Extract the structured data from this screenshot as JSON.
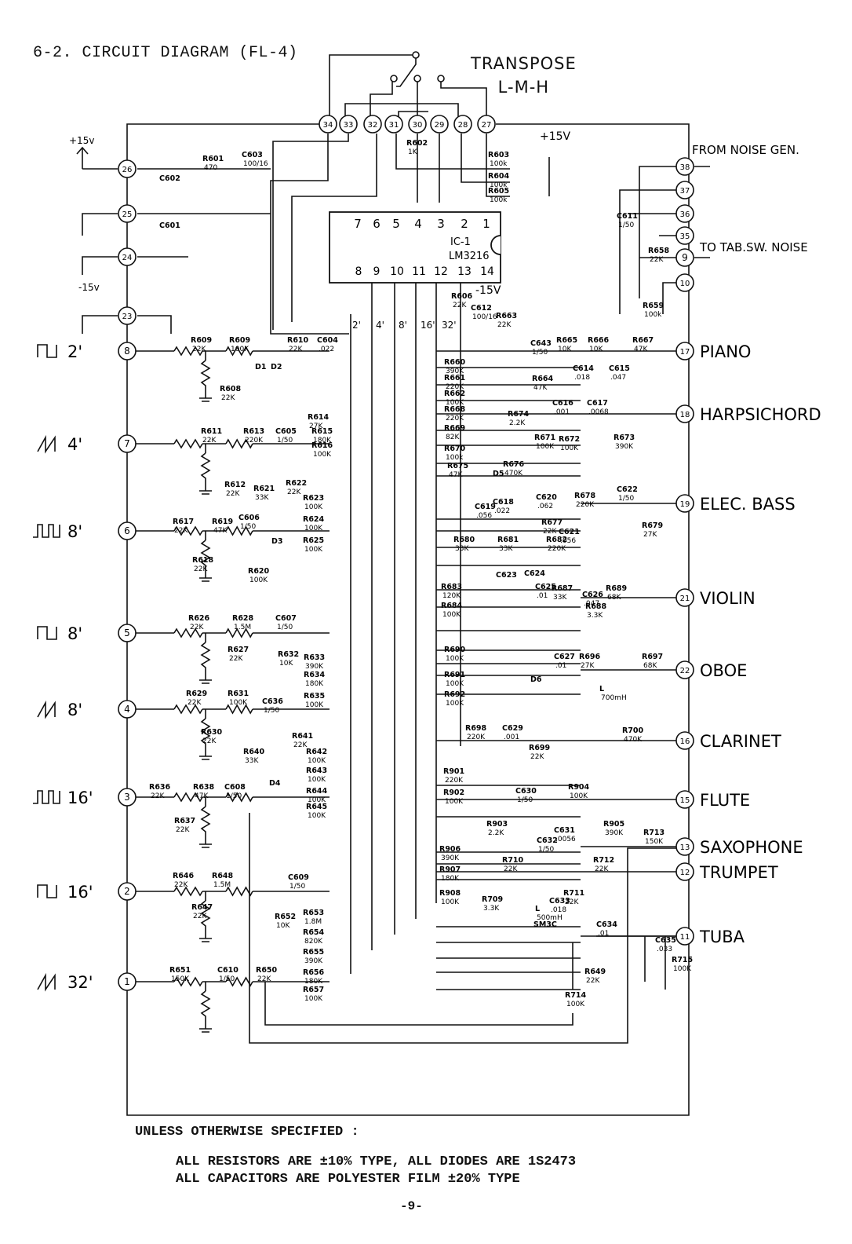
{
  "title": "6-2. CIRCUIT DIAGRAM (FL-4)",
  "transpose": {
    "label": "TRANSPOSE",
    "positions": "L-M-H"
  },
  "ic": {
    "name": "IC-1",
    "part": "LM3216",
    "top_pins": [
      "7",
      "6",
      "5",
      "4",
      "3",
      "2",
      "1"
    ],
    "bottom_pins": [
      "8",
      "9",
      "10",
      "11",
      "12",
      "13",
      "14"
    ]
  },
  "supply": {
    "pos": "+15V",
    "neg": "-15V",
    "pos_left": "+15v",
    "neg_left": "-15v"
  },
  "top_pins": [
    "34",
    "33",
    "32",
    "31",
    "30",
    "29",
    "28",
    "27"
  ],
  "right_pins_top": [
    {
      "num": "38",
      "label": "FROM NOISE GEN."
    },
    {
      "num": "37",
      "label": ""
    },
    {
      "num": "36",
      "label": ""
    },
    {
      "num": "35",
      "label": "TO TAB.SW. NOISE"
    },
    {
      "num": "9",
      "label": ""
    },
    {
      "num": "10",
      "label": ""
    }
  ],
  "left_power_pins": [
    "26",
    "25",
    "24",
    "23"
  ],
  "inputs": [
    {
      "pin": "8",
      "wave": "square",
      "label": "2'"
    },
    {
      "pin": "7",
      "wave": "saw",
      "label": "4'"
    },
    {
      "pin": "6",
      "wave": "pulse",
      "label": "8'"
    },
    {
      "pin": "5",
      "wave": "square",
      "label": "8'"
    },
    {
      "pin": "4",
      "wave": "saw",
      "label": "8'"
    },
    {
      "pin": "3",
      "wave": "pulse",
      "label": "16'"
    },
    {
      "pin": "2",
      "wave": "square",
      "label": "16'"
    },
    {
      "pin": "1",
      "wave": "saw",
      "label": "32'"
    }
  ],
  "bus_labels": [
    "2'",
    "4'",
    "8'",
    "16'",
    "32'"
  ],
  "outputs": [
    {
      "pin": "17",
      "label": "PIANO"
    },
    {
      "pin": "18",
      "label": "HARPSICHORD"
    },
    {
      "pin": "19",
      "label": "ELEC. BASS"
    },
    {
      "pin": "21",
      "label": "VIOLIN"
    },
    {
      "pin": "22",
      "label": "OBOE"
    },
    {
      "pin": "16",
      "label": "CLARINET"
    },
    {
      "pin": "15",
      "label": "FLUTE"
    },
    {
      "pin": "13",
      "label": "SAXOPHONE"
    },
    {
      "pin": "12",
      "label": "TRUMPET"
    },
    {
      "pin": "11",
      "label": "TUBA"
    }
  ],
  "components": [
    {
      "ref": "R601",
      "val": "470"
    },
    {
      "ref": "C603",
      "val": "100/16"
    },
    {
      "ref": "C602",
      "val": ""
    },
    {
      "ref": "C601",
      "val": ""
    },
    {
      "ref": "R602",
      "val": "1K"
    },
    {
      "ref": "R603",
      "val": "100k"
    },
    {
      "ref": "R604",
      "val": "100k"
    },
    {
      "ref": "R605",
      "val": "100k"
    },
    {
      "ref": "C611",
      "val": "1/50"
    },
    {
      "ref": "R658",
      "val": "22K"
    },
    {
      "ref": "R659",
      "val": "100k"
    },
    {
      "ref": "R609",
      "val": "22K"
    },
    {
      "ref": "R609",
      "val": "100K"
    },
    {
      "ref": "R610",
      "val": "22K"
    },
    {
      "ref": "C604",
      "val": ".022"
    },
    {
      "ref": "R608",
      "val": "22K"
    },
    {
      "ref": "D1",
      "val": ""
    },
    {
      "ref": "D2",
      "val": ""
    },
    {
      "ref": "R606",
      "val": "22K"
    },
    {
      "ref": "C612",
      "val": "100/16"
    },
    {
      "ref": "R663",
      "val": "22K"
    },
    {
      "ref": "C643",
      "val": "1/50"
    },
    {
      "ref": "R665",
      "val": "10K"
    },
    {
      "ref": "R666",
      "val": "10K"
    },
    {
      "ref": "R667",
      "val": "47K"
    },
    {
      "ref": "C614",
      "val": ".018"
    },
    {
      "ref": "C615",
      "val": ".047"
    },
    {
      "ref": "R664",
      "val": "47K"
    },
    {
      "ref": "R660",
      "val": "390K"
    },
    {
      "ref": "R661",
      "val": "220K"
    },
    {
      "ref": "R662",
      "val": "100K"
    },
    {
      "ref": "R668",
      "val": "220K"
    },
    {
      "ref": "R669",
      "val": "82K"
    },
    {
      "ref": "R670",
      "val": "100k"
    },
    {
      "ref": "C616",
      "val": ".001"
    },
    {
      "ref": "C617",
      "val": ".0068"
    },
    {
      "ref": "R671",
      "val": "100K"
    },
    {
      "ref": "R672",
      "val": "100K"
    },
    {
      "ref": "R673",
      "val": "390K"
    },
    {
      "ref": "R674",
      "val": "2.2K"
    },
    {
      "ref": "R611",
      "val": "22K"
    },
    {
      "ref": "R613",
      "val": "220K"
    },
    {
      "ref": "C605",
      "val": "1/50"
    },
    {
      "ref": "R614",
      "val": "27K"
    },
    {
      "ref": "R615",
      "val": "180K"
    },
    {
      "ref": "R616",
      "val": "100K"
    },
    {
      "ref": "R612",
      "val": "22K"
    },
    {
      "ref": "R675",
      "val": "47K"
    },
    {
      "ref": "R676",
      "val": "470K"
    },
    {
      "ref": "D5",
      "val": ""
    },
    {
      "ref": "C619",
      "val": ".056"
    },
    {
      "ref": "C618",
      "val": ".022"
    },
    {
      "ref": "C620",
      "val": ".062"
    },
    {
      "ref": "R678",
      "val": "220K"
    },
    {
      "ref": "C622",
      "val": "1/50"
    },
    {
      "ref": "C621",
      "val": ".056"
    },
    {
      "ref": "R677",
      "val": "22K"
    },
    {
      "ref": "R679",
      "val": "27K"
    },
    {
      "ref": "R617",
      "val": "22K"
    },
    {
      "ref": "R619",
      "val": "47K"
    },
    {
      "ref": "C606",
      "val": "1/50"
    },
    {
      "ref": "D3",
      "val": ""
    },
    {
      "ref": "R618",
      "val": "22K"
    },
    {
      "ref": "R620",
      "val": "100K"
    },
    {
      "ref": "R621",
      "val": "33K"
    },
    {
      "ref": "R622",
      "val": "22K"
    },
    {
      "ref": "R623",
      "val": "100K"
    },
    {
      "ref": "R624",
      "val": "100K"
    },
    {
      "ref": "R625",
      "val": "100K"
    },
    {
      "ref": "R680",
      "val": "33K"
    },
    {
      "ref": "R681",
      "val": "33K"
    },
    {
      "ref": "R682",
      "val": "220K"
    },
    {
      "ref": "C623",
      "val": ""
    },
    {
      "ref": "C624",
      "val": ""
    },
    {
      "ref": "R683",
      "val": "120K"
    },
    {
      "ref": "R684",
      "val": "100K"
    },
    {
      "ref": "C625",
      "val": ".01"
    },
    {
      "ref": "R687",
      "val": "33K"
    },
    {
      "ref": "R688",
      "val": "3.3K"
    },
    {
      "ref": "C626",
      "val": ".047"
    },
    {
      "ref": "R689",
      "val": "68K"
    },
    {
      "ref": "R626",
      "val": "22K"
    },
    {
      "ref": "R628",
      "val": "1.5M"
    },
    {
      "ref": "C607",
      "val": "1/50"
    },
    {
      "ref": "R627",
      "val": "22K"
    },
    {
      "ref": "R690",
      "val": "100K"
    },
    {
      "ref": "R691",
      "val": "100K"
    },
    {
      "ref": "R692",
      "val": "100K"
    },
    {
      "ref": "D6",
      "val": ""
    },
    {
      "ref": "C627",
      "val": ".01"
    },
    {
      "ref": "R696",
      "val": "27K"
    },
    {
      "ref": "R697",
      "val": "68K"
    },
    {
      "ref": "L",
      "val": "700mH"
    },
    {
      "ref": "R629",
      "val": "22K"
    },
    {
      "ref": "R631",
      "val": "100K"
    },
    {
      "ref": "C636",
      "val": "1/50"
    },
    {
      "ref": "R632",
      "val": "10K"
    },
    {
      "ref": "R633",
      "val": "390K"
    },
    {
      "ref": "R634",
      "val": "180K"
    },
    {
      "ref": "R635",
      "val": "100K"
    },
    {
      "ref": "R630",
      "val": "22K"
    },
    {
      "ref": "R698",
      "val": "220K"
    },
    {
      "ref": "C629",
      "val": ".001"
    },
    {
      "ref": "R699",
      "val": "22K"
    },
    {
      "ref": "R700",
      "val": "470K"
    },
    {
      "ref": "R641",
      "val": "22K"
    },
    {
      "ref": "R640",
      "val": "33K"
    },
    {
      "ref": "R642",
      "val": "100K"
    },
    {
      "ref": "R643",
      "val": "100K"
    },
    {
      "ref": "R644",
      "val": "100K"
    },
    {
      "ref": "R645",
      "val": "100K"
    },
    {
      "ref": "R636",
      "val": "22K"
    },
    {
      "ref": "R638",
      "val": "47K"
    },
    {
      "ref": "C608",
      "val": "1/50"
    },
    {
      "ref": "D4",
      "val": ""
    },
    {
      "ref": "R637",
      "val": "22K"
    },
    {
      "ref": "R901",
      "val": "220K"
    },
    {
      "ref": "R902",
      "val": "100K"
    },
    {
      "ref": "R903",
      "val": "2.2K"
    },
    {
      "ref": "C630",
      "val": "1/50"
    },
    {
      "ref": "C631",
      "val": ".0056"
    },
    {
      "ref": "R904",
      "val": "100K"
    },
    {
      "ref": "R905",
      "val": "390K"
    },
    {
      "ref": "R713",
      "val": "150K"
    },
    {
      "ref": "R906",
      "val": "390K"
    },
    {
      "ref": "R907",
      "val": "180K"
    },
    {
      "ref": "R908",
      "val": "100K"
    },
    {
      "ref": "R710",
      "val": "22K"
    },
    {
      "ref": "C632",
      "val": "1/50"
    },
    {
      "ref": "R712",
      "val": "22K"
    },
    {
      "ref": "R711",
      "val": "22K"
    },
    {
      "ref": "R709",
      "val": "3.3K"
    },
    {
      "ref": "C633",
      "val": ".018"
    },
    {
      "ref": "L",
      "val": "500mH"
    },
    {
      "ref": "SM3C",
      "val": ""
    },
    {
      "ref": "R646",
      "val": "22K"
    },
    {
      "ref": "R648",
      "val": "1.5M"
    },
    {
      "ref": "C609",
      "val": "1/50"
    },
    {
      "ref": "R647",
      "val": "22K"
    },
    {
      "ref": "R652",
      "val": "10K"
    },
    {
      "ref": "R653",
      "val": "1.8M"
    },
    {
      "ref": "R654",
      "val": "820K"
    },
    {
      "ref": "R655",
      "val": "390K"
    },
    {
      "ref": "R656",
      "val": "180K"
    },
    {
      "ref": "R657",
      "val": "100K"
    },
    {
      "ref": "C634",
      "val": ".01"
    },
    {
      "ref": "C635",
      "val": ".033"
    },
    {
      "ref": "R715",
      "val": "100K"
    },
    {
      "ref": "R714",
      "val": "100K"
    },
    {
      "ref": "R649",
      "val": "22K"
    },
    {
      "ref": "R651",
      "val": "150K"
    },
    {
      "ref": "C610",
      "val": "1/50"
    },
    {
      "ref": "R650",
      "val": "22K"
    }
  ],
  "notes": {
    "heading": "UNLESS OTHERWISE SPECIFIED :",
    "line1": "ALL RESISTORS ARE ±10% TYPE, ALL DIODES ARE 1S2473",
    "line2": "ALL CAPACITORS ARE POLYESTER FILM ±20% TYPE"
  },
  "page_number": "-9-"
}
